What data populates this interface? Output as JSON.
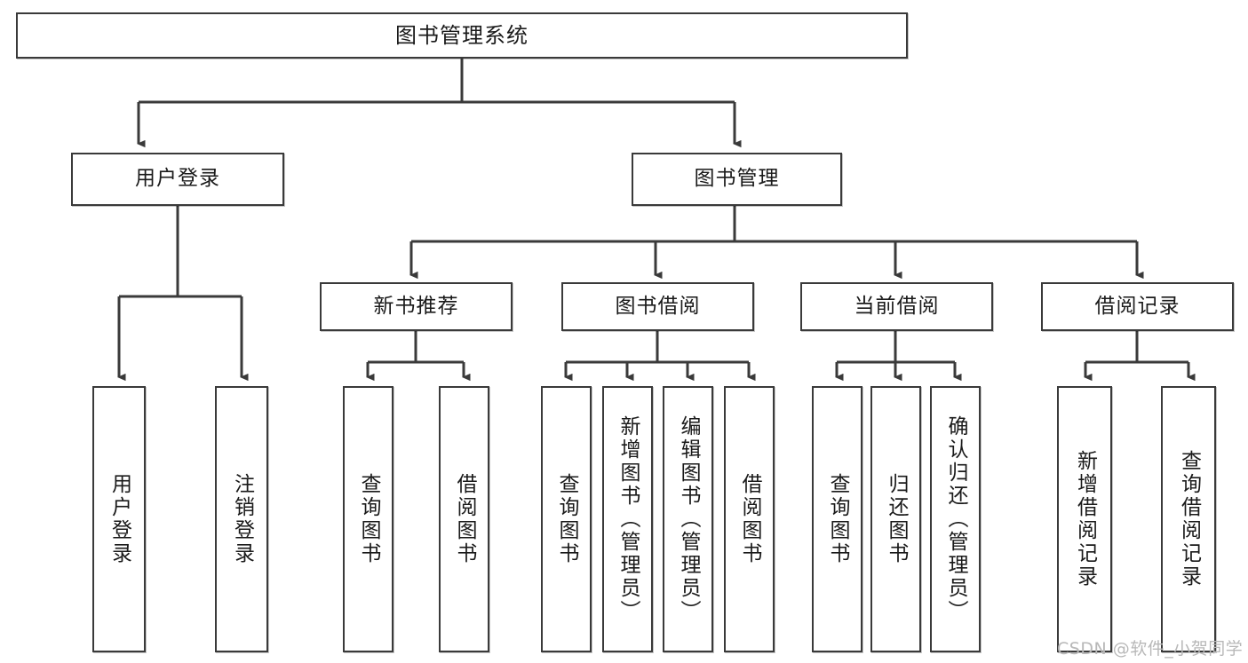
{
  "diagram": {
    "title": "图书管理系统",
    "watermark": "CSDN @软件_小贺同学",
    "colors": {
      "stroke": "#3a3a3a",
      "fill": "#ffffff",
      "text": "#1a1a1a",
      "watermark": "#b8b8b8"
    },
    "level1": {
      "label": "图书管理系统"
    },
    "level2": [
      {
        "id": "user-login",
        "label": "用户登录"
      },
      {
        "id": "book-manage",
        "label": "图书管理"
      }
    ],
    "level3": [
      {
        "id": "new-book-recommend",
        "label": "新书推荐"
      },
      {
        "id": "book-borrow",
        "label": "图书借阅"
      },
      {
        "id": "current-borrow",
        "label": "当前借阅"
      },
      {
        "id": "borrow-record",
        "label": "借阅记录"
      }
    ],
    "leaves": [
      {
        "id": "leaf-user-login",
        "label": "用户登录",
        "parent": "user-login"
      },
      {
        "id": "leaf-logout",
        "label": "注销登录",
        "parent": "user-login"
      },
      {
        "id": "leaf-query-book-1",
        "label": "查询图书",
        "parent": "new-book-recommend"
      },
      {
        "id": "leaf-borrow-book-1",
        "label": "借阅图书",
        "parent": "new-book-recommend"
      },
      {
        "id": "leaf-query-book-2",
        "label": "查询图书",
        "parent": "book-borrow"
      },
      {
        "id": "leaf-add-book",
        "label": "新增图书（管理员）",
        "parent": "book-borrow"
      },
      {
        "id": "leaf-edit-book",
        "label": "编辑图书（管理员）",
        "parent": "book-borrow"
      },
      {
        "id": "leaf-borrow-book-2",
        "label": "借阅图书",
        "parent": "book-borrow"
      },
      {
        "id": "leaf-query-book-3",
        "label": "查询图书",
        "parent": "current-borrow"
      },
      {
        "id": "leaf-return-book",
        "label": "归还图书",
        "parent": "current-borrow"
      },
      {
        "id": "leaf-confirm-return",
        "label": "确认归还（管理员）",
        "parent": "current-borrow"
      },
      {
        "id": "leaf-add-record",
        "label": "新增借阅记录",
        "parent": "borrow-record"
      },
      {
        "id": "leaf-query-record",
        "label": "查询借阅记录",
        "parent": "borrow-record"
      }
    ]
  }
}
